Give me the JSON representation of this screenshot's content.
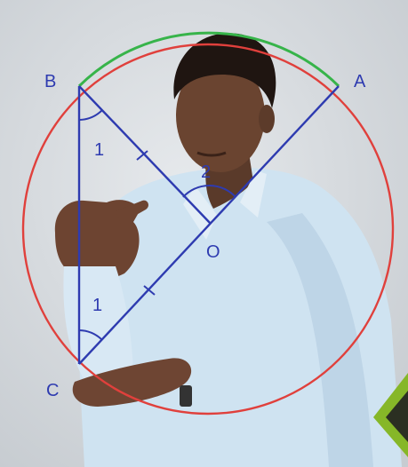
{
  "labels": {
    "point_a": "A",
    "point_b": "B",
    "point_c": "C",
    "point_o": "O",
    "angle_b": "1",
    "angle_c": "1",
    "angle_o": "2"
  },
  "colors": {
    "background": "#d9dde1",
    "circle_red": "#e0403c",
    "arc_green": "#37b44a",
    "line_blue": "#2e3bb0",
    "label_blue": "#2e3bb0",
    "logo_green": "#86b728",
    "logo_dark": "#2b2f22"
  }
}
